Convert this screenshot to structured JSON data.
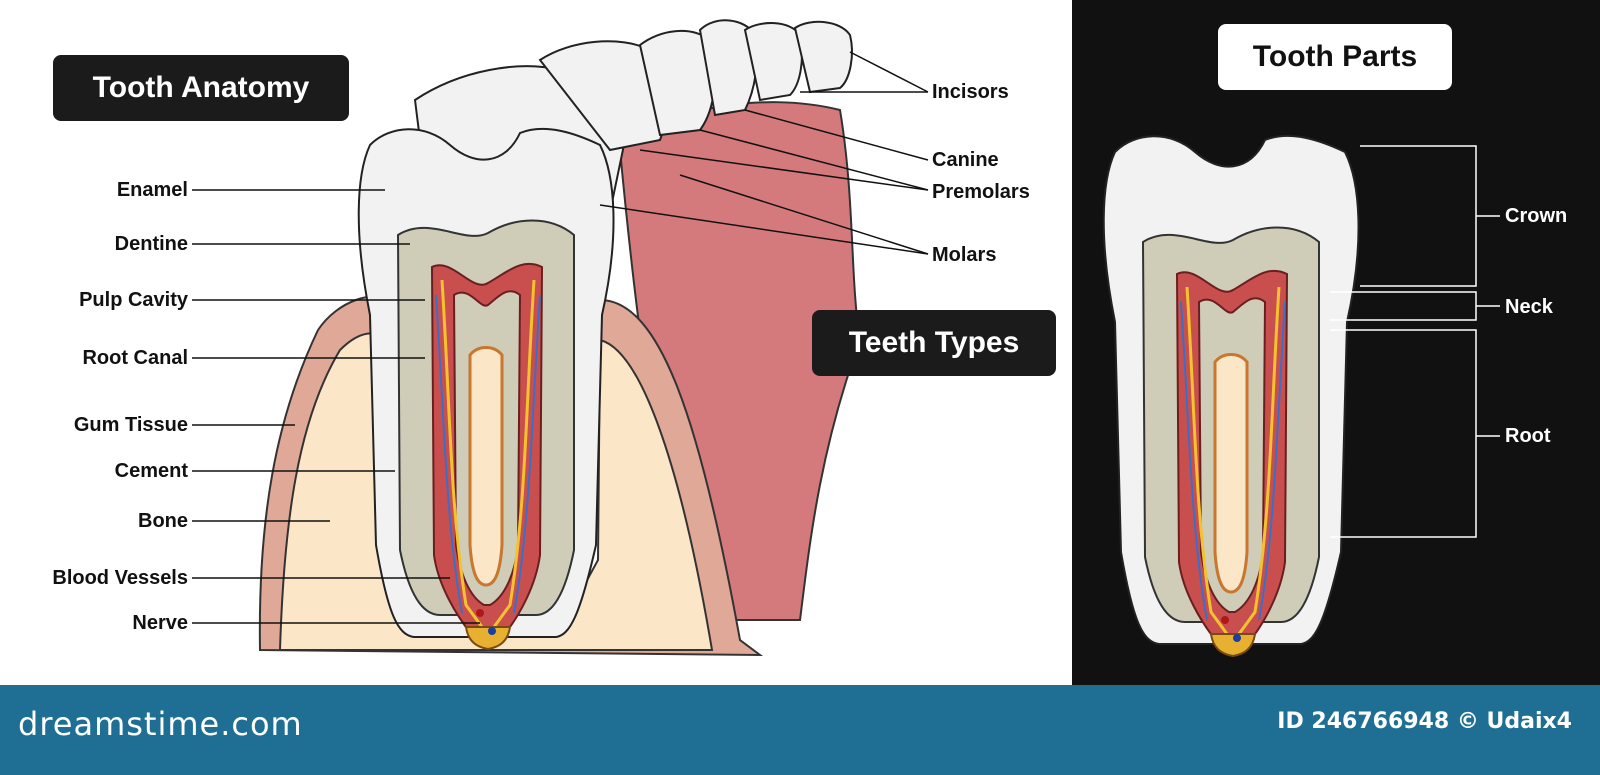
{
  "titles": {
    "anatomy": "Tooth Anatomy",
    "types": "Teeth Types",
    "parts": "Tooth Parts"
  },
  "anatomy_labels": [
    "Enamel",
    "Dentine",
    "Pulp Cavity",
    "Root Canal",
    "Gum Tissue",
    "Cement",
    "Bone",
    "Blood Vessels",
    "Nerve"
  ],
  "type_labels": [
    "Incisors",
    "Canine",
    "Premolars",
    "Molars"
  ],
  "part_labels": [
    "Crown",
    "Neck",
    "Root"
  ],
  "footer": {
    "brand": "dreamstime.com",
    "credit": "ID 246766948 © Udaix4"
  },
  "colors": {
    "enamel": "#f2f2f2",
    "dentine": "#cfccb8",
    "pulp": "#c94f4f",
    "gum": "#e0a896",
    "bone": "#fbe6c8",
    "tongue": "#d47a7c",
    "cement": "#c9772f",
    "footer": "#1f6f95",
    "dark_panel": "#111111"
  }
}
